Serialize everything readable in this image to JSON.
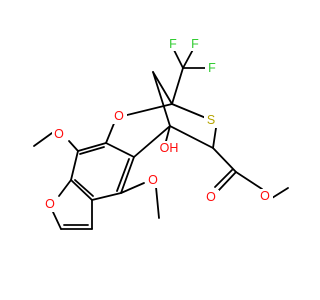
{
  "colors": {
    "background": "#ffffff",
    "bond": "#000000",
    "oxygen": "#ff0d0d",
    "sulfur": "#b5a400",
    "fluorine": "#33cc33"
  },
  "atoms": {
    "F1": {
      "label": "F",
      "color": "fluorine"
    },
    "F2": {
      "label": "F",
      "color": "fluorine"
    },
    "F3": {
      "label": "F",
      "color": "fluorine"
    },
    "S": {
      "label": "S",
      "color": "sulfur"
    },
    "O_ring": {
      "label": "O",
      "color": "oxygen"
    },
    "O_ome_top": {
      "label": "O",
      "color": "oxygen"
    },
    "OH": {
      "label": "OH",
      "color": "oxygen"
    },
    "O_furan": {
      "label": "O",
      "color": "oxygen"
    },
    "O_ome_bottom": {
      "label": "O",
      "color": "oxygen"
    },
    "O_carbonyl": {
      "label": "O",
      "color": "oxygen"
    },
    "O_ester": {
      "label": "O",
      "color": "oxygen"
    }
  }
}
